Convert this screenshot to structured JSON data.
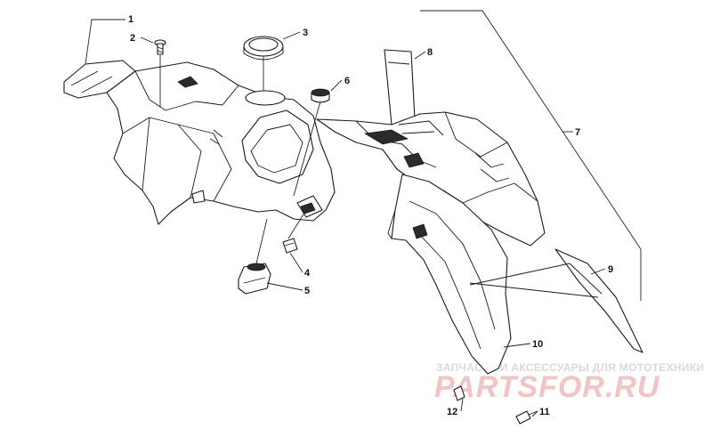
{
  "callouts": [
    {
      "id": "1",
      "label": "1"
    },
    {
      "id": "2",
      "label": "2"
    },
    {
      "id": "3",
      "label": "3"
    },
    {
      "id": "4",
      "label": "4"
    },
    {
      "id": "5",
      "label": "5"
    },
    {
      "id": "6",
      "label": "6"
    },
    {
      "id": "7",
      "label": "7"
    },
    {
      "id": "8",
      "label": "8"
    },
    {
      "id": "9",
      "label": "9"
    },
    {
      "id": "10",
      "label": "10"
    },
    {
      "id": "11",
      "label": "11"
    },
    {
      "id": "12",
      "label": "12"
    }
  ],
  "watermark": {
    "tagline": "ЗАПЧАСТИ И АКСЕССУАРЫ ДЛЯ МОТОТЕХНИКИ",
    "logo": "PARTSFOR.RU"
  },
  "colors": {
    "line": "#1a1a1a",
    "background": "#ffffff",
    "watermark_text": "#d9d9d9",
    "watermark_logo": "#f2c4c4"
  }
}
